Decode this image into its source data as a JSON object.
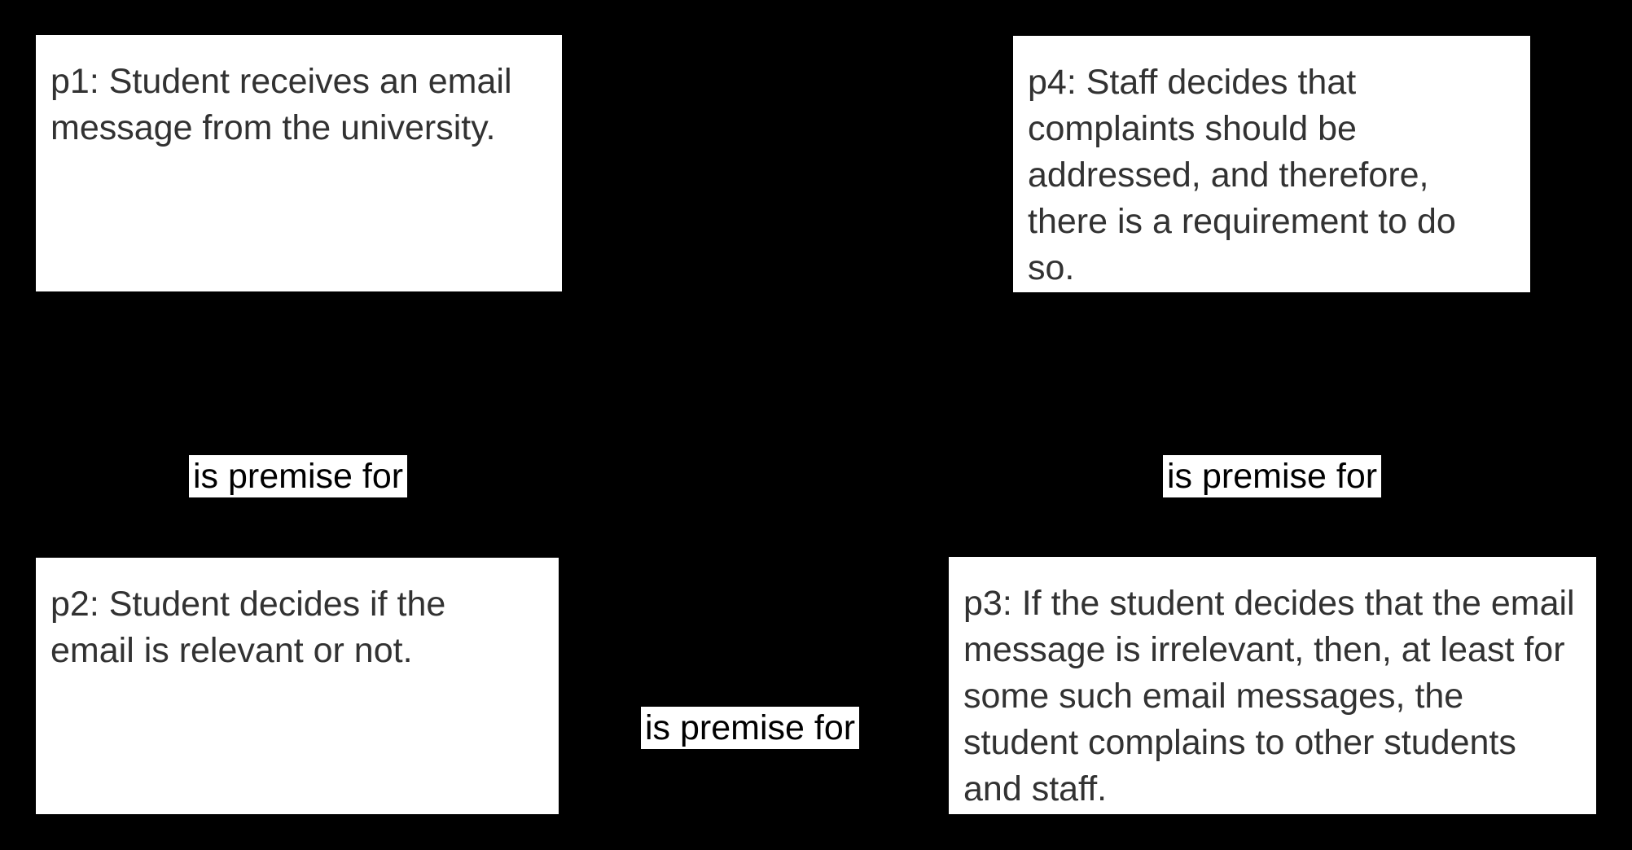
{
  "canvas": {
    "background_color": "#000000",
    "node_fill_color": "#ffffff",
    "node_text_color": "#323232",
    "edge_label_fill_color": "#ffffff",
    "edge_label_text_color": "#000000"
  },
  "diagram": {
    "nodes": [
      {
        "id": "p1",
        "text": "p1: Student receives an email\nmessage from the university."
      },
      {
        "id": "p2",
        "text": "p2: Student decides if the\nemail is relevant or not."
      },
      {
        "id": "p3",
        "text": "p3: If the student decides that the email\nmessage is irrelevant, then, at least for\nsome such email messages, the\nstudent complains to other students\nand staff."
      },
      {
        "id": "p4",
        "text": "p4: Staff decides that\ncomplaints should be\naddressed, and therefore,\nthere is a requirement to do\nso."
      }
    ],
    "edge_labels": [
      {
        "position": "left",
        "text": "is premise for"
      },
      {
        "position": "right",
        "text": "is premise for"
      },
      {
        "position": "center",
        "text": "is premise for"
      }
    ]
  }
}
